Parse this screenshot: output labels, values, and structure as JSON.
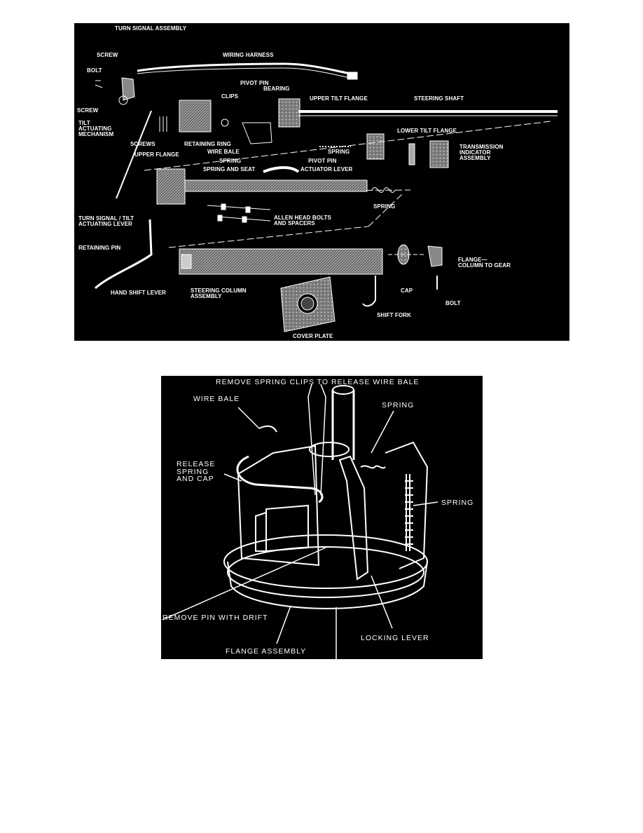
{
  "figures": [
    {
      "labels": {
        "turn_signal_assembly": "TURN SIGNAL ASSEMBLY",
        "wiring_harness": "WIRING HARNESS",
        "screw_top": "SCREW",
        "bolt_top": "BOLT",
        "screw_left": "SCREW",
        "tilt_actuating_mechanism": "TILT\nACTUATING\nMECHANISM",
        "screws": "SCREWS",
        "upper_flange": "UPPER FLANGE",
        "pivot_pin_top": "PIVOT PIN",
        "clips": "CLIPS",
        "bearing": "BEARING",
        "upper_tilt_flange": "UPPER TILT FLANGE",
        "steering_shaft": "STEERING SHAFT",
        "retaining_ring": "RETAINING RING",
        "wire_bale": "WIRE BALE",
        "spring_a": "SPRING",
        "spring_b": "SPRING",
        "lower_tilt_flange": "LOWER TILT FLANGE",
        "transmission_indicator_assembly": "TRANSMISSION\nINDICATOR\nASSEMBLY",
        "pivot_pin_bottom": "PIVOT PIN",
        "spring_and_seat": "SPRING AND SEAT",
        "actuator_lever": "ACTUATOR LEVER",
        "spring_c": "SPRING",
        "turn_signal_tilt_lever": "TURN SIGNAL / TILT\nACTUATING LEVER",
        "allen_head_bolts": "ALLEN HEAD BOLTS\nAND SPACERS",
        "retaining_pin": "RETAINING PIN",
        "hand_shift_lever": "HAND SHIFT LEVER",
        "steering_column_assembly": "STEERING COLUMN\nASSEMBLY",
        "cap": "CAP",
        "flange_column_to_gear": "FLANGE—\nCOLUMN TO GEAR",
        "bolt_bottom": "BOLT",
        "shift_fork": "SHIFT FORK",
        "cover_plate": "COVER PLATE"
      }
    },
    {
      "labels": {
        "remove_spring_clips": "REMOVE SPRING CLIPS TO RELEASE WIRE BALE",
        "wire_bale": "WIRE BALE",
        "spring_top": "SPRING",
        "release_spring_and_cap": "RELEASE\nSPRING\nAND CAP",
        "spring_right": "SPRING",
        "remove_pin_with_drift": "REMOVE PIN WITH DRIFT",
        "locking_lever": "LOCKING LEVER",
        "flange_assembly": "FLANGE ASSEMBLY"
      }
    }
  ]
}
